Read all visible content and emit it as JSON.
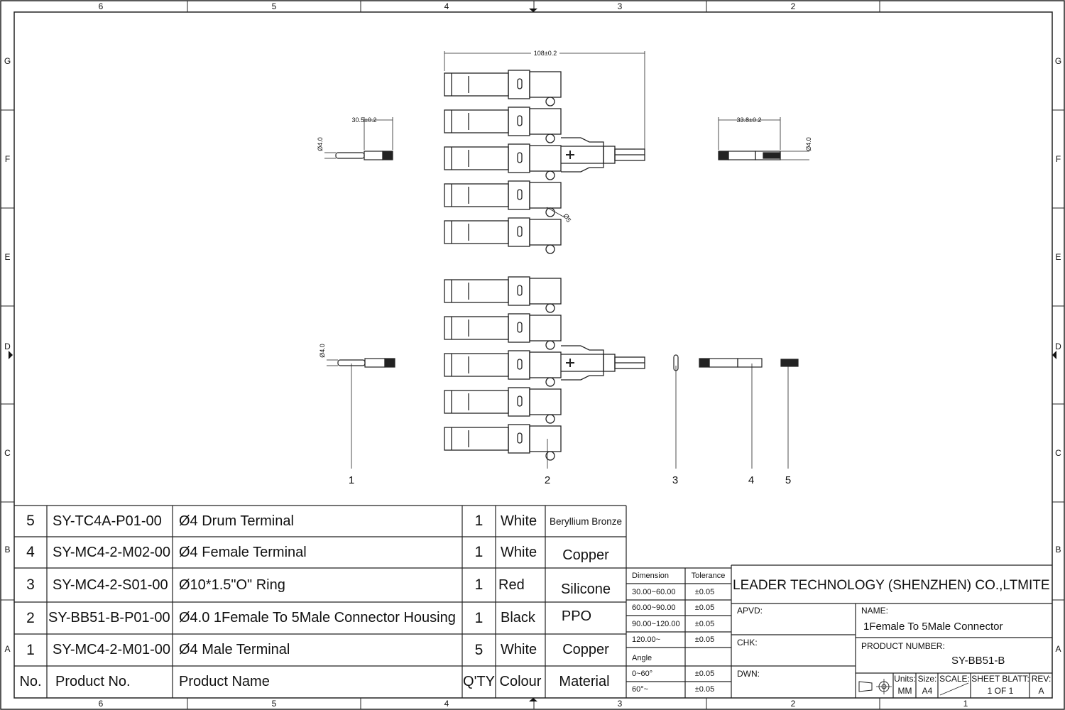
{
  "frame": {
    "columns": [
      "6",
      "5",
      "4",
      "3",
      "2",
      "1"
    ],
    "rows": [
      "G",
      "F",
      "E",
      "D",
      "C",
      "B",
      "A"
    ]
  },
  "dimensions": {
    "overall_length": "108±0.2",
    "male_terminal_length": "30.5±0.2",
    "female_terminal_length": "33.8±0.2",
    "diameter_4a": "Ø4.0",
    "diameter_4b": "Ø4.0",
    "diameter_4c": "Ø4.0",
    "hole": "Ø5"
  },
  "balloons": [
    "1",
    "2",
    "3",
    "4",
    "5"
  ],
  "bom": {
    "headers": [
      "No.",
      "Product  No.",
      "Product  Name",
      "Q'TY",
      "Colour",
      "Material"
    ],
    "rows": [
      {
        "no": "5",
        "part": "SY-TC4A-P01-00",
        "name": "Ø4 Drum Terminal",
        "qty": "1",
        "colour": "White",
        "material": "Beryllium Bronze"
      },
      {
        "no": "4",
        "part": "SY-MC4-2-M02-00",
        "name": "Ø4 Female Terminal",
        "qty": "1",
        "colour": "White",
        "material": "Copper"
      },
      {
        "no": "3",
        "part": "SY-MC4-2-S01-00",
        "name": "Ø10*1.5\"O\" Ring",
        "qty": "1",
        "colour": "Red",
        "material": "Silicone"
      },
      {
        "no": "2",
        "part": "SY-BB51-B-P01-00",
        "name": "Ø4.0  1Female To 5Male Connector Housing",
        "qty": "1",
        "colour": "Black",
        "material": "PPO"
      },
      {
        "no": "1",
        "part": "SY-MC4-2-M01-00",
        "name": "Ø4 Male Terminal",
        "qty": "5",
        "colour": "White",
        "material": "Copper"
      }
    ]
  },
  "tolerance": {
    "header_dim": "Dimension",
    "header_tol": "Tolerance",
    "rows": [
      {
        "dim": "30.00~60.00",
        "tol": "±0.05"
      },
      {
        "dim": "60.00~90.00",
        "tol": "±0.05"
      },
      {
        "dim": "90.00~120.00",
        "tol": "±0.05"
      },
      {
        "dim": "120.00~",
        "tol": "±0.05"
      }
    ],
    "angle_label": "Angle",
    "angle_rows": [
      {
        "dim": "0~60°",
        "tol": "±0.05"
      },
      {
        "dim": "60°~",
        "tol": "±0.05"
      }
    ]
  },
  "title_block": {
    "company": "LEADER  TECHNOLOGY  (SHENZHEN) CO.,LTMITED",
    "apvd": "APVD:",
    "chk": "CHK:",
    "dwn": "DWN:",
    "name_label": "NAME:",
    "name_value": "1Female To 5Male Connector",
    "pn_label": "PRODUCT  NUMBER:",
    "pn_value": "SY-BB51-B",
    "units_label": "Units:",
    "units_value": "MM",
    "size_label": "Size:",
    "size_value": "A4",
    "scale_label": "SCALE:",
    "sheet_label": "SHEET BLATT:",
    "sheet_value": "1  OF  1",
    "rev_label": "REV:",
    "rev_value": "A"
  }
}
